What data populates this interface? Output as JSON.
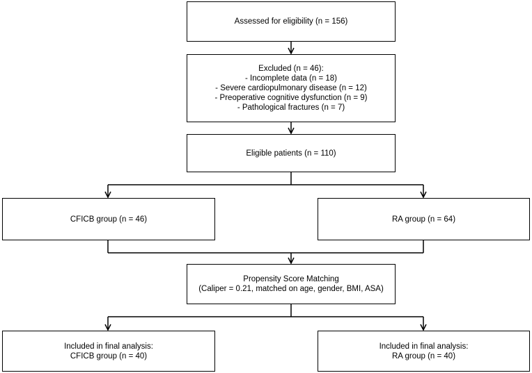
{
  "boxes": {
    "assessed": {
      "lines": [
        "Assessed for eligibility (n = 156)"
      ]
    },
    "excluded": {
      "lines": [
        "Excluded (n = 46):",
        "- Incomplete data (n = 18)",
        "- Severe cardiopulmonary disease (n = 12)",
        "- Preoperative cognitive dysfunction (n = 9)",
        "- Pathological fractures (n = 7)"
      ]
    },
    "eligible": {
      "lines": [
        "Eligible patients (n = 110)"
      ]
    },
    "cficb_group": {
      "lines": [
        "CFICB group (n = 46)"
      ]
    },
    "ra_group": {
      "lines": [
        "RA group (n = 64)"
      ]
    },
    "psm": {
      "lines": [
        "Propensity Score Matching",
        "(Caliper = 0.21, matched on age, gender, BMI, ASA)"
      ]
    },
    "final_cficb": {
      "lines": [
        "Included in final analysis:",
        "CFICB group (n = 40)"
      ]
    },
    "final_ra": {
      "lines": [
        "Included in final analysis:",
        "RA group (n = 40)"
      ]
    }
  }
}
